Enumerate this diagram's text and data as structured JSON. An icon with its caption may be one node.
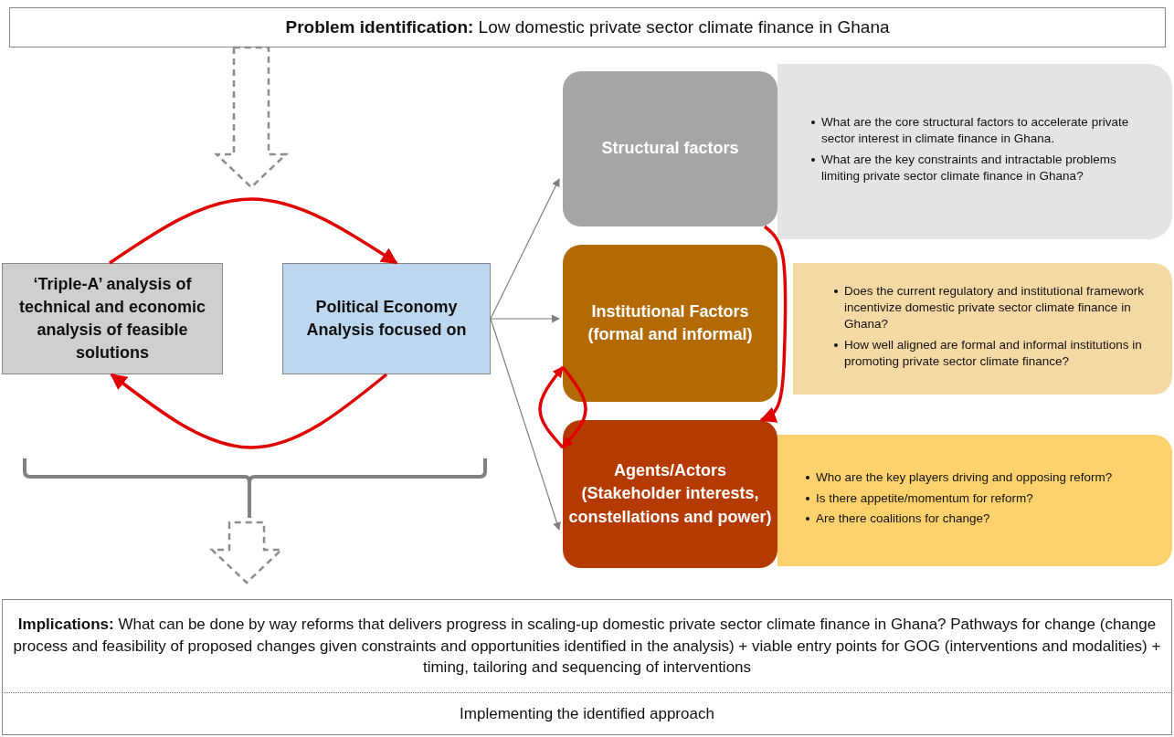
{
  "diagram": {
    "nodes": [
      {
        "text": [
          "**Problem identification:** Low domestic private sector climate finance in Ghana"
        ]
      },
      {
        "text": [
          "‘Triple-A’ analysis of technical and economic analysis of feasible solutions"
        ]
      },
      {
        "text": [
          "Political Economy Analysis focused on"
        ]
      },
      {
        "text": [
          "Structural factors"
        ]
      },
      {
        "text": [
          "What are the core structural factors to accelerate private sector interest in climate finance in Ghana.",
          "What are the key constraints and intractable problems limiting private sector climate finance in Ghana?"
        ]
      },
      {
        "text": [
          "Institutional Factors (formal and informal)"
        ]
      },
      {
        "text": [
          "Does the current regulatory and institutional framework incentivize domestic private sector climate finance in Ghana?",
          "How well aligned are formal and informal institutions in promoting private sector climate finance?"
        ]
      },
      {
        "text": [
          "Agents/Actors (Stakeholder interests, constellations and power)"
        ]
      },
      {
        "text": [
          "Who are the key players driving and opposing reform?",
          "Is there appetite/momentum for reform?",
          "Are there coalitions for change?"
        ]
      },
      {
        "text": [
          "**Implications:** What can be done by way reforms that delivers progress in scaling-up domestic private sector climate finance in Ghana? Pathways for change (change process and feasibility of proposed changes given constraints and opportunities identified in the analysis) + viable entry points for GOG (interventions and modalities) + timing, tailoring and sequencing of interventions"
        ]
      },
      {
        "text": [
          "Implementing the identified approach"
        ]
      }
    ],
    "edges": [
      {
        "from": 0,
        "to": null,
        "arrow": "to",
        "style": "dashed"
      },
      {
        "from": null,
        "to": 9,
        "arrow": "to",
        "style": "dashed"
      },
      {
        "from": 1,
        "to": 2,
        "arrow": "to",
        "color": "#e00000"
      },
      {
        "from": 2,
        "to": 1,
        "arrow": "to",
        "color": "#e00000"
      },
      {
        "from": 2,
        "to": 3,
        "arrow": "to",
        "color": "#7f7f7f"
      },
      {
        "from": 2,
        "to": 5,
        "arrow": "to",
        "color": "#7f7f7f"
      },
      {
        "from": 2,
        "to": 7,
        "arrow": "to",
        "color": "#7f7f7f"
      },
      {
        "from": 3,
        "to": 7,
        "arrow": "to",
        "color": "#e00000"
      },
      {
        "from": 5,
        "to": 7,
        "arrow": "to",
        "color": "#e00000"
      },
      {
        "from": 7,
        "to": 5,
        "arrow": "to",
        "color": "#e00000"
      }
    ]
  }
}
